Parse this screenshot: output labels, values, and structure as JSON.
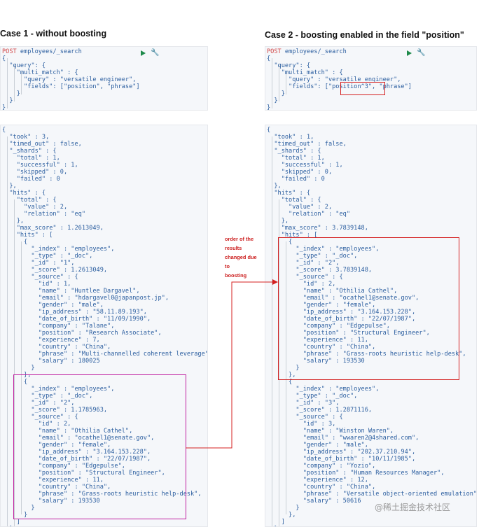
{
  "case1": {
    "title": "Case 1 - without boosting",
    "request_lines": [
      "POST employees/_search",
      "{",
      "  \"query\": {",
      "    \"multi_match\" : {",
      "      \"query\" : \"versatile engineer\",",
      "      \"fields\": [\"position\", \"phrase\"]",
      "    }",
      "  }",
      "}"
    ],
    "response_lines": [
      "{",
      "  \"took\" : 3,",
      "  \"timed_out\" : false,",
      "  \"_shards\" : {",
      "    \"total\" : 1,",
      "    \"successful\" : 1,",
      "    \"skipped\" : 0,",
      "    \"failed\" : 0",
      "  },",
      "  \"hits\" : {",
      "    \"total\" : {",
      "      \"value\" : 2,",
      "      \"relation\" : \"eq\"",
      "    },",
      "    \"max_score\" : 1.2613049,",
      "    \"hits\" : [",
      "      {",
      "        \"_index\" : \"employees\",",
      "        \"_type\" : \"_doc\",",
      "        \"_id\" : \"1\",",
      "        \"_score\" : 1.2613049,",
      "        \"_source\" : {",
      "          \"id\" : 1,",
      "          \"name\" : \"Huntlee Dargavel\",",
      "          \"email\" : \"hdargavel0@japanpost.jp\",",
      "          \"gender\" : \"male\",",
      "          \"ip_address\" : \"58.11.89.193\",",
      "          \"date_of_birth\" : \"11/09/1990\",",
      "          \"company\" : \"Talane\",",
      "          \"position\" : \"Research Associate\",",
      "          \"experience\" : 7,",
      "          \"country\" : \"China\",",
      "          \"phrase\" : \"Multi-channelled coherent leverage\",",
      "          \"salary\" : 180025",
      "        }",
      "      },",
      "      {",
      "        \"_index\" : \"employees\",",
      "        \"_type\" : \"_doc\",",
      "        \"_id\" : \"2\",",
      "        \"_score\" : 1.1785963,",
      "        \"_source\" : {",
      "          \"id\" : 2,",
      "          \"name\" : \"Othilia Cathel\",",
      "          \"email\" : \"ocathel1@senate.gov\",",
      "          \"gender\" : \"female\",",
      "          \"ip_address\" : \"3.164.153.228\",",
      "          \"date_of_birth\" : \"22/07/1987\",",
      "          \"company\" : \"Edgepulse\",",
      "          \"position\" : \"Structural Engineer\",",
      "          \"experience\" : 11,",
      "          \"country\" : \"China\",",
      "          \"phrase\" : \"Grass-roots heuristic help-desk\",",
      "          \"salary\" : 193530",
      "        }",
      "      }",
      "    ]",
      "  }",
      "}"
    ]
  },
  "case2": {
    "title": "Case 2 - boosting enabled in the field \"position\"",
    "request_lines": [
      "POST employees/_search",
      "{",
      "  \"query\": {",
      "    \"multi_match\" : {",
      "      \"query\" : \"versatile engineer\",",
      "      \"fields\": [\"position^3\", \"phrase\"]",
      "    }",
      "  }",
      "}"
    ],
    "response_lines": [
      "{",
      "  \"took\" : 1,",
      "  \"timed_out\" : false,",
      "  \"_shards\" : {",
      "    \"total\" : 1,",
      "    \"successful\" : 1,",
      "    \"skipped\" : 0,",
      "    \"failed\" : 0",
      "  },",
      "  \"hits\" : {",
      "    \"total\" : {",
      "      \"value\" : 2,",
      "      \"relation\" : \"eq\"",
      "    },",
      "    \"max_score\" : 3.7839148,",
      "    \"hits\" : [",
      "      {",
      "        \"_index\" : \"employees\",",
      "        \"_type\" : \"_doc\",",
      "        \"_id\" : \"2\",",
      "        \"_score\" : 3.7839148,",
      "        \"_source\" : {",
      "          \"id\" : 2,",
      "          \"name\" : \"Othilia Cathel\",",
      "          \"email\" : \"ocathel1@senate.gov\",",
      "          \"gender\" : \"female\",",
      "          \"ip_address\" : \"3.164.153.228\",",
      "          \"date_of_birth\" : \"22/07/1987\",",
      "          \"company\" : \"Edgepulse\",",
      "          \"position\" : \"Structural Engineer\",",
      "          \"experience\" : 11,",
      "          \"country\" : \"China\",",
      "          \"phrase\" : \"Grass-roots heuristic help-desk\",",
      "          \"salary\" : 193530",
      "        }",
      "      },",
      "      {",
      "        \"_index\" : \"employees\",",
      "        \"_type\" : \"_doc\",",
      "        \"_id\" : \"3\",",
      "        \"_score\" : 1.2871116,",
      "        \"_source\" : {",
      "          \"id\" : 3,",
      "          \"name\" : \"Winston Waren\",",
      "          \"email\" : \"wwaren2@4shared.com\",",
      "          \"gender\" : \"male\",",
      "          \"ip_address\" : \"202.37.210.94\",",
      "          \"date_of_birth\" : \"10/11/1985\",",
      "          \"company\" : \"Yozio\",",
      "          \"position\" : \"Human Resources Manager\",",
      "          \"experience\" : 12,",
      "          \"country\" : \"China\",",
      "          \"phrase\" : \"Versatile object-oriented emulation\",",
      "          \"salary\" : 50616",
      "        }",
      "      },",
      "    ]",
      "  }",
      "}"
    ]
  },
  "annotation": {
    "text": "order of the\nresults\nchanged due\nto\nboosting"
  },
  "watermark": "@稀土掘金技术社区",
  "colors": {
    "panel_bg": "#f5f7fa",
    "highlight_magenta": "#c020a0",
    "highlight_red": "#d42020",
    "method": "#d24a4a",
    "run_button": "#1e8a4a",
    "settings": "#3b74c4"
  },
  "icons": {
    "run": "play-icon",
    "settings": "wrench-icon"
  }
}
